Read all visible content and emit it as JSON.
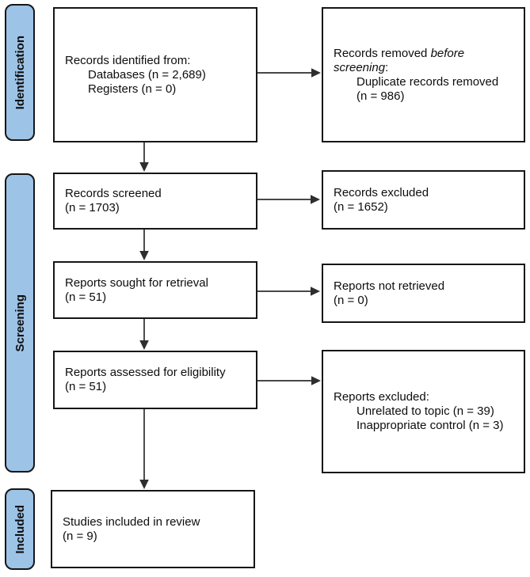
{
  "colors": {
    "stage_fill": "#9DC3E6",
    "outline": "#161616",
    "arrow": "#2e2e2e",
    "background": "#ffffff"
  },
  "stages": {
    "identification": "Identification",
    "screening": "Screening",
    "included": "Included"
  },
  "boxes": {
    "identified": {
      "title": "Records identified from:",
      "items": [
        "Databases (n = 2,689)",
        "Registers (n = 0)"
      ]
    },
    "removed": {
      "title_part1": "Records removed ",
      "title_italic1": "before",
      "title_italic2": "screening",
      "title_colon": ":",
      "items": [
        "Duplicate records removed",
        "(n = 986)"
      ]
    },
    "screened": {
      "title": "Records screened",
      "count": "(n = 1703)"
    },
    "records_excluded": {
      "title": "Records excluded",
      "count": "(n = 1652)"
    },
    "sought": {
      "title": "Reports sought for retrieval",
      "count": "(n = 51)"
    },
    "not_retrieved": {
      "title": "Reports not retrieved",
      "count": "(n = 0)"
    },
    "assessed": {
      "title": "Reports assessed for eligibility",
      "count": "(n = 51)"
    },
    "reports_excluded": {
      "title": "Reports excluded:",
      "items": [
        "Unrelated to topic (n = 39)",
        "Inappropriate control (n = 3)"
      ]
    },
    "included_review": {
      "title": "Studies included in review",
      "count": "(n = 9)"
    }
  }
}
